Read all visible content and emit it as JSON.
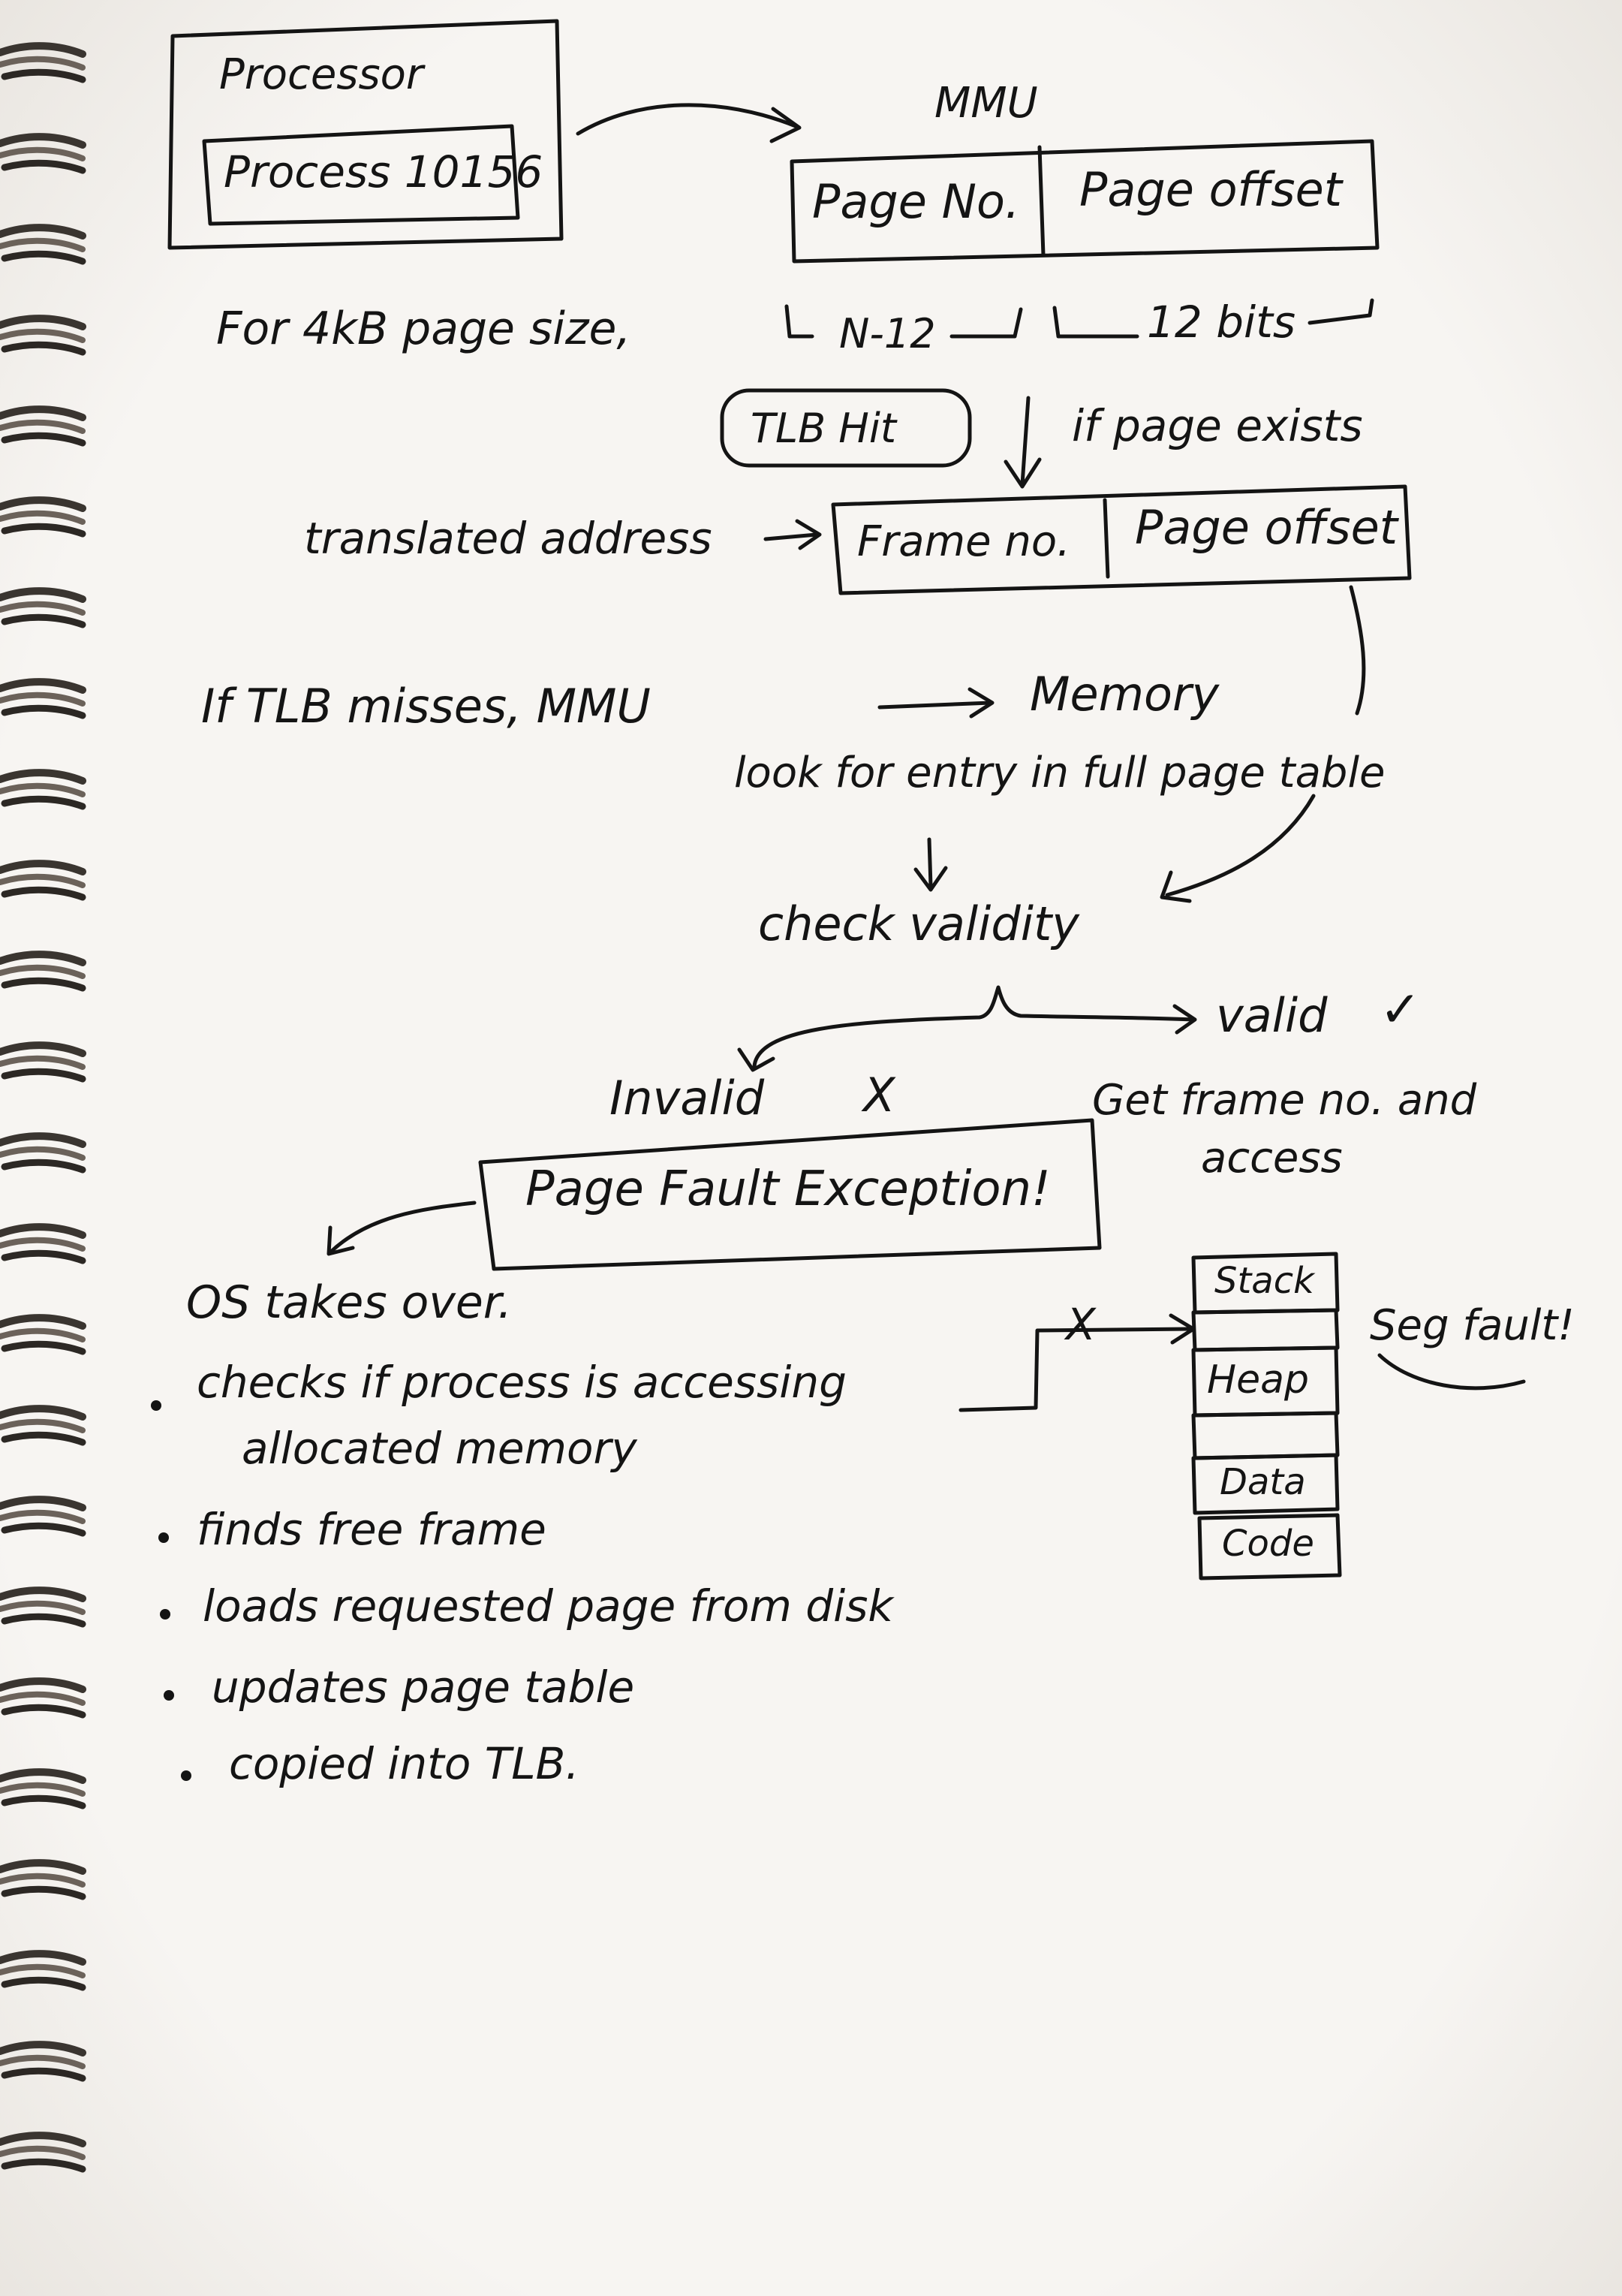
{
  "boxes": {
    "processor_label": "Processor",
    "process_label": "Process 10156",
    "mmu_label": "MMU",
    "page_no": "Page No.",
    "page_offset": "Page offset",
    "frame_no": "Frame no.",
    "frame_page_offset": "Page offset",
    "tlb_hit": "TLB Hit",
    "page_fault": "Page Fault Exception!"
  },
  "notes": {
    "page_size": "For 4kB page size,",
    "n_minus_12": "N-12",
    "twelve_bits": "12 bits",
    "if_page_exists": "if page exists",
    "translated_address": "translated address",
    "tlb_miss": "If TLB misses, MMU",
    "memory": "Memory",
    "look_for_entry": "look for entry in full page table",
    "check_validity": "check validity",
    "valid": "valid",
    "valid_mark": "✓",
    "invalid": "Invalid",
    "invalid_mark": "X",
    "get_frame_line1": "Get frame no. and",
    "get_frame_line2": "access",
    "os_takes_over": "OS takes over.",
    "seg_fault": "Seg fault!",
    "cross_mark": "X"
  },
  "steps": [
    "checks if process is accessing",
    "allocated memory",
    "finds free frame",
    "loads requested page from disk",
    "updates page table",
    "copied into TLB."
  ],
  "memory_segments": [
    "Stack",
    "Heap",
    "Data",
    "Code"
  ]
}
